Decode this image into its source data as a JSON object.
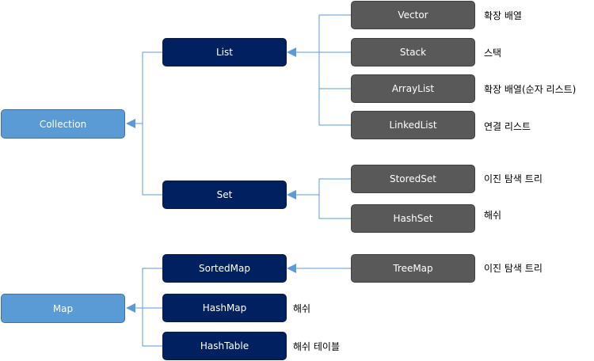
{
  "colors": {
    "root": "#5b9bd5",
    "interface": "#002060",
    "implementation": "#595959",
    "connector": "#5b9bd5"
  },
  "nodes": {
    "collection": "Collection",
    "map": "Map",
    "list": "List",
    "set": "Set",
    "sortedmap": "SortedMap",
    "hashmap": "HashMap",
    "hashtable": "HashTable",
    "vector": "Vector",
    "stack": "Stack",
    "arraylist": "ArrayList",
    "linkedlist": "LinkedList",
    "storedset": "StoredSet",
    "hashset": "HashSet",
    "treemap": "TreeMap"
  },
  "notes": {
    "vector": "확장 배열",
    "stack": "스택",
    "arraylist": "확장 배열(순자 리스트)",
    "linkedlist": "연결 리스트",
    "storedset": "이진 탐색 트리",
    "hashset": "해쉬",
    "treemap": "이진 탐색 트리",
    "hashmap": "해쉬",
    "hashtable": "해쉬 테이블"
  }
}
